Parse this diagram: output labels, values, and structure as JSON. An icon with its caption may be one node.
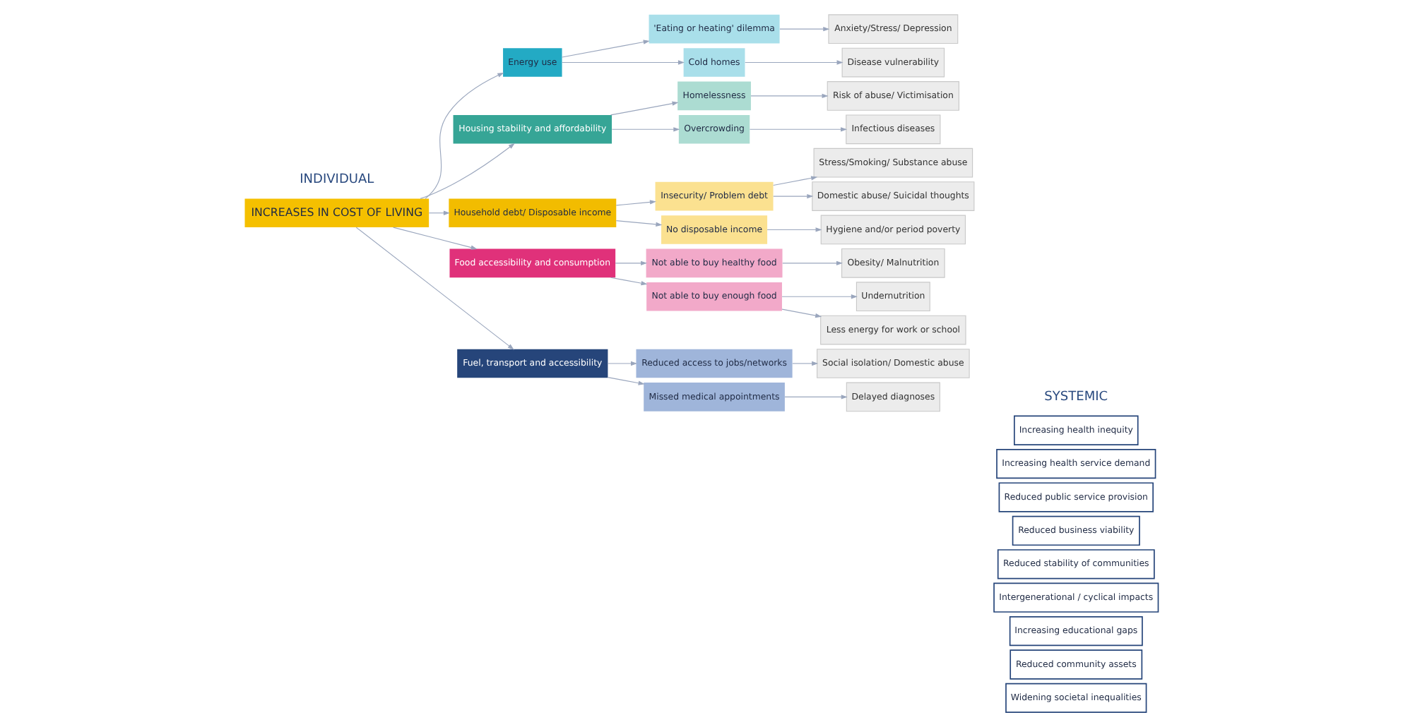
{
  "diagram": {
    "nodes": [
      {
        "text": [
          "INCREASES IN COST OF LIVING"
        ]
      },
      {
        "text": [
          "Energy use"
        ]
      },
      {
        "text": [
          "'Eating or heating' dilemma"
        ]
      },
      {
        "text": [
          "Cold homes"
        ]
      },
      {
        "text": [
          "Anxiety/Stress/ Depression"
        ]
      },
      {
        "text": [
          "Disease vulnerability"
        ]
      },
      {
        "text": [
          "Housing stability and affordability"
        ]
      },
      {
        "text": [
          "Homelessness"
        ]
      },
      {
        "text": [
          "Overcrowding"
        ]
      },
      {
        "text": [
          "Risk of abuse/ Victimisation"
        ]
      },
      {
        "text": [
          "Infectious diseases"
        ]
      },
      {
        "text": [
          "Household debt/ Disposable income"
        ]
      },
      {
        "text": [
          "Insecurity/ Problem debt"
        ]
      },
      {
        "text": [
          "No disposable income"
        ]
      },
      {
        "text": [
          "Stress/Smoking/ Substance abuse"
        ]
      },
      {
        "text": [
          "Domestic abuse/ Suicidal thoughts"
        ]
      },
      {
        "text": [
          "Hygiene and/or period poverty"
        ]
      },
      {
        "text": [
          "Food accessibility and consumption"
        ]
      },
      {
        "text": [
          "Not able to buy healthy food"
        ]
      },
      {
        "text": [
          "Not able to buy enough food"
        ]
      },
      {
        "text": [
          "Obesity/ Malnutrition"
        ]
      },
      {
        "text": [
          "Undernutrition"
        ]
      },
      {
        "text": [
          "Less energy for work or school"
        ]
      },
      {
        "text": [
          "Fuel, transport and accessibility"
        ]
      },
      {
        "text": [
          "Reduced access to jobs/networks"
        ]
      },
      {
        "text": [
          "Missed medical appointments"
        ]
      },
      {
        "text": [
          "Social isolation/ Domestic abuse"
        ]
      },
      {
        "text": [
          "Delayed diagnoses"
        ]
      },
      {
        "text": [
          "Increasing health inequity"
        ]
      },
      {
        "text": [
          "Increasing health service demand"
        ]
      },
      {
        "text": [
          "Reduced public service provision"
        ]
      },
      {
        "text": [
          "Reduced business viability"
        ]
      },
      {
        "text": [
          "Reduced stability of communities"
        ]
      },
      {
        "text": [
          "Intergenerational / cyclical impacts"
        ]
      },
      {
        "text": [
          "Increasing educational gaps"
        ]
      },
      {
        "text": [
          "Reduced community assets"
        ]
      },
      {
        "text": [
          "Widening societal inequalities"
        ]
      }
    ],
    "edges": [
      {
        "from": 0,
        "to": 1,
        "arrow": "to"
      },
      {
        "from": 0,
        "to": 6,
        "arrow": "to"
      },
      {
        "from": 0,
        "to": 11,
        "arrow": "to"
      },
      {
        "from": 0,
        "to": 17,
        "arrow": "to"
      },
      {
        "from": 0,
        "to": 23,
        "arrow": "to"
      },
      {
        "from": 1,
        "to": 2,
        "arrow": "to"
      },
      {
        "from": 1,
        "to": 3,
        "arrow": "to"
      },
      {
        "from": 2,
        "to": 4,
        "arrow": "to"
      },
      {
        "from": 3,
        "to": 5,
        "arrow": "to"
      },
      {
        "from": 6,
        "to": 7,
        "arrow": "to"
      },
      {
        "from": 6,
        "to": 8,
        "arrow": "to"
      },
      {
        "from": 7,
        "to": 9,
        "arrow": "to"
      },
      {
        "from": 8,
        "to": 10,
        "arrow": "to"
      },
      {
        "from": 11,
        "to": 12,
        "arrow": "to"
      },
      {
        "from": 11,
        "to": 13,
        "arrow": "to"
      },
      {
        "from": 12,
        "to": 14,
        "arrow": "to"
      },
      {
        "from": 12,
        "to": 15,
        "arrow": "to"
      },
      {
        "from": 13,
        "to": 16,
        "arrow": "to"
      },
      {
        "from": 17,
        "to": 18,
        "arrow": "to"
      },
      {
        "from": 17,
        "to": 19,
        "arrow": "to"
      },
      {
        "from": 18,
        "to": 20,
        "arrow": "to"
      },
      {
        "from": 19,
        "to": 21,
        "arrow": "to"
      },
      {
        "from": 19,
        "to": 22,
        "arrow": "to"
      },
      {
        "from": 23,
        "to": 24,
        "arrow": "to"
      },
      {
        "from": 23,
        "to": 25,
        "arrow": "to"
      },
      {
        "from": 24,
        "to": 26,
        "arrow": "to"
      },
      {
        "from": 25,
        "to": 27,
        "arrow": "to"
      }
    ],
    "labels": [
      "INDIVIDUAL",
      "SYSTEMIC"
    ]
  }
}
